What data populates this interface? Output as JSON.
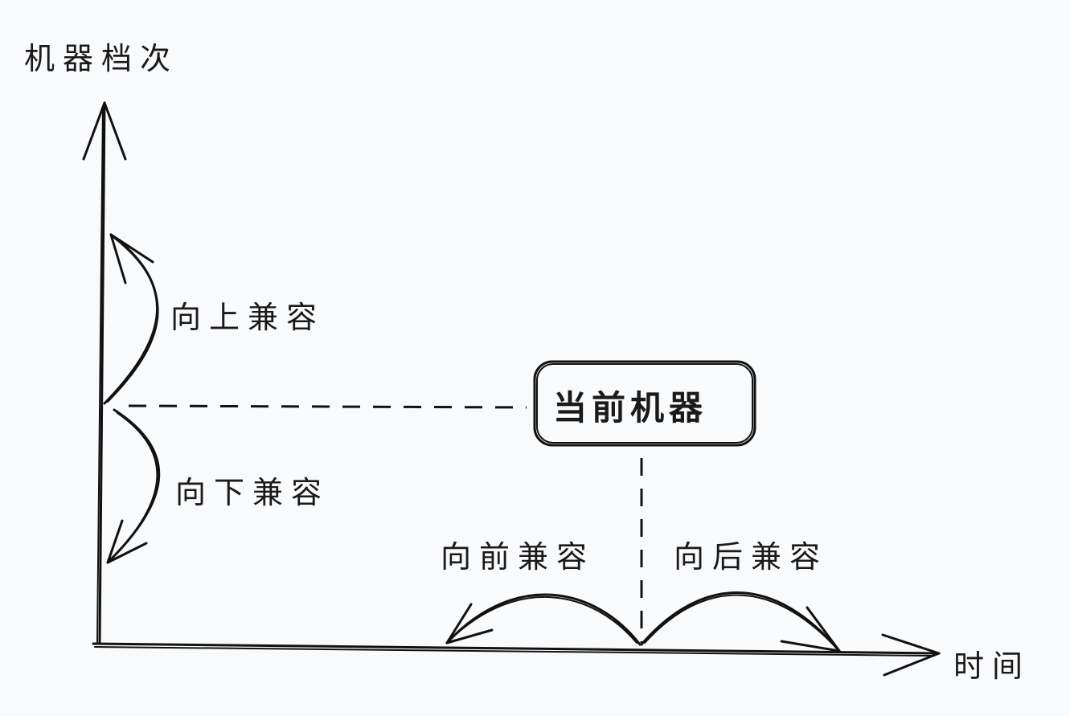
{
  "diagram": {
    "y_axis_label": "机器档次",
    "x_axis_label": "时间",
    "current_machine_label": "当前机器",
    "upward_label": "向上兼容",
    "downward_label": "向下兼容",
    "forward_label": "向前兼容",
    "backward_label": "向后兼容"
  }
}
